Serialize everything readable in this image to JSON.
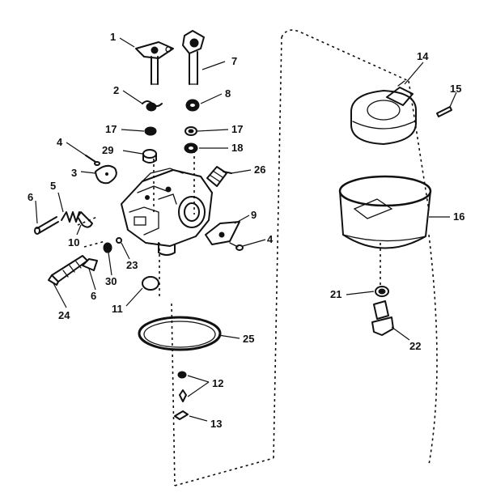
{
  "diagram": {
    "callouts": {
      "c1": "1",
      "c2": "2",
      "c3": "3",
      "c4a": "4",
      "c4b": "4",
      "c5": "5",
      "c6a": "6",
      "c6b": "6",
      "c7": "7",
      "c8": "8",
      "c9": "9",
      "c10": "10",
      "c11": "11",
      "c12": "12",
      "c13": "13",
      "c14": "14",
      "c15": "15",
      "c16": "16",
      "c17a": "17",
      "c17b": "17",
      "c18": "18",
      "c21": "21",
      "c22": "22",
      "c23": "23",
      "c24": "24",
      "c25": "25",
      "c26": "26",
      "c29": "29",
      "c30": "30"
    },
    "parts": [
      "throttle-shaft-1",
      "spring-2",
      "gasket-3",
      "screw-4",
      "spring-5",
      "idle-screw-6",
      "choke-shaft-7",
      "seal-8",
      "dust-cover-9",
      "o-ring-10",
      "cup-plug-11",
      "inlet-needle-12",
      "clip-13",
      "float-14",
      "float-shaft-15",
      "float-bowl-16",
      "seal-17",
      "seal-18",
      "gasket-21",
      "bowl-nut-22",
      "welch-plug-23",
      "mixture-screw-24",
      "bowl-gasket-25",
      "fuel-inlet-26",
      "retainer-29",
      "spring-30"
    ]
  }
}
